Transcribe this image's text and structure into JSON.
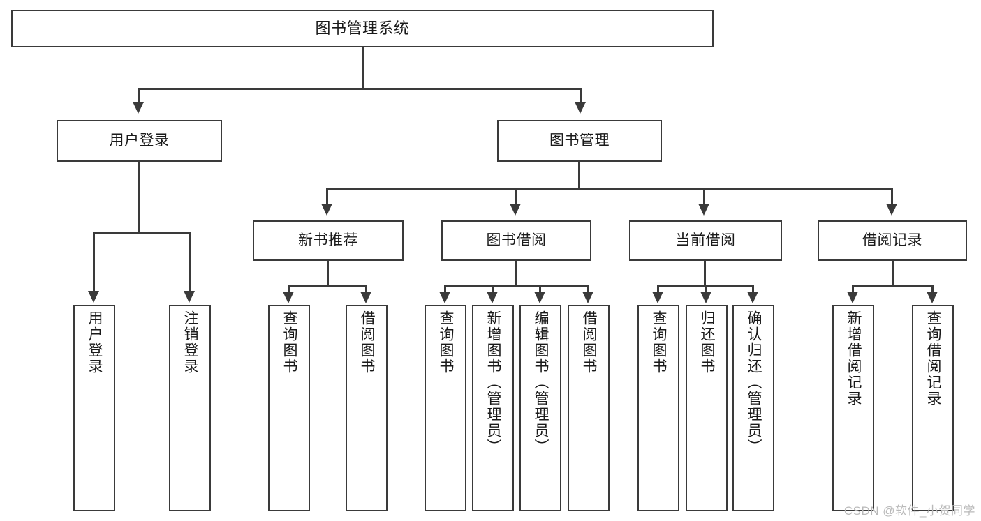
{
  "diagram": {
    "title": "图书管理系统",
    "type": "tree",
    "root": {
      "label": "图书管理系统"
    },
    "level2": [
      {
        "label": "用户登录"
      },
      {
        "label": "图书管理"
      }
    ],
    "level3": [
      {
        "label": "新书推荐"
      },
      {
        "label": "图书借阅"
      },
      {
        "label": "当前借阅"
      },
      {
        "label": "借阅记录"
      }
    ],
    "leaves": {
      "user_login": [
        {
          "label": "用户登录"
        },
        {
          "label": "注销登录"
        }
      ],
      "new_book_recommend": [
        {
          "label": "查询图书"
        },
        {
          "label": "借阅图书"
        }
      ],
      "book_borrow": [
        {
          "label": "查询图书"
        },
        {
          "label": "新增图书（管理员）"
        },
        {
          "label": "编辑图书（管理员）"
        },
        {
          "label": "借阅图书"
        }
      ],
      "current_borrow": [
        {
          "label": "查询图书"
        },
        {
          "label": "归还图书"
        },
        {
          "label": "确认归还（管理员）"
        }
      ],
      "borrow_records": [
        {
          "label": "新增借阅记录"
        },
        {
          "label": "查询借阅记录"
        }
      ]
    }
  },
  "watermark": {
    "text": "CSDN @软件_小贺同学"
  },
  "colors": {
    "stroke": "#3a3a3a",
    "fill": "#ffffff",
    "text": "#1a1a1a",
    "watermark": "#b9b9b9"
  }
}
